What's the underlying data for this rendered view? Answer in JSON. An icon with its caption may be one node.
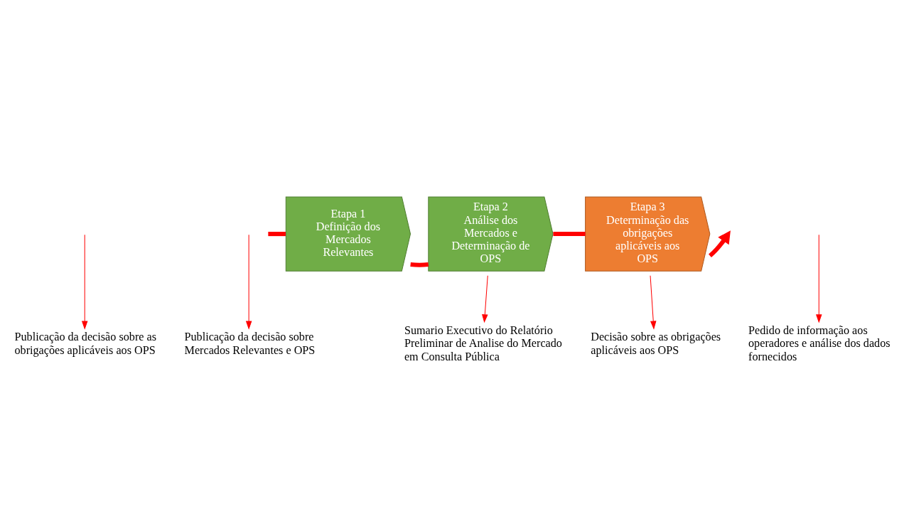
{
  "diagram": {
    "nodes": [
      {
        "text": [
          "Etapa 1",
          "Definição dos Mercados Relevantes"
        ]
      },
      {
        "text": [
          "Etapa 2",
          "Análise dos Mercados e Determinação de OPS"
        ]
      },
      {
        "text": [
          "Etapa 3",
          "Determinação das obrigações aplicáveis aos OPS"
        ]
      },
      {
        "text": [
          "Pedido de informação aos operadores e análise dos dados fornecidos"
        ]
      },
      {
        "text": [
          "Sumario Executivo do Relatório Preliminar de Analise do Mercado em Consulta Pública"
        ]
      },
      {
        "text": [
          "Publicação da decisão sobre Mercados Relevantes e OPS"
        ]
      },
      {
        "text": [
          "Decisão sobre as obrigações aplicáveis aos OPS"
        ]
      },
      {
        "text": [
          "Publicação da decisão sobre as obrigações aplicáveis aos OPS"
        ]
      }
    ],
    "edges": [
      {
        "from": null,
        "to": 0,
        "arrow": "none",
        "style": "thick"
      },
      {
        "from": 0,
        "to": 1,
        "arrow": "none",
        "style": "thick"
      },
      {
        "from": 1,
        "to": 2,
        "arrow": "none",
        "style": "thick"
      },
      {
        "from": 2,
        "to": null,
        "arrow": "to",
        "style": "thick"
      },
      {
        "from": null,
        "to": 3,
        "arrow": "to"
      },
      {
        "from": 1,
        "to": 4,
        "arrow": "to"
      },
      {
        "from": null,
        "to": 5,
        "arrow": "to"
      },
      {
        "from": 2,
        "to": 6,
        "arrow": "to"
      },
      {
        "from": null,
        "to": 7,
        "arrow": "to"
      }
    ]
  }
}
